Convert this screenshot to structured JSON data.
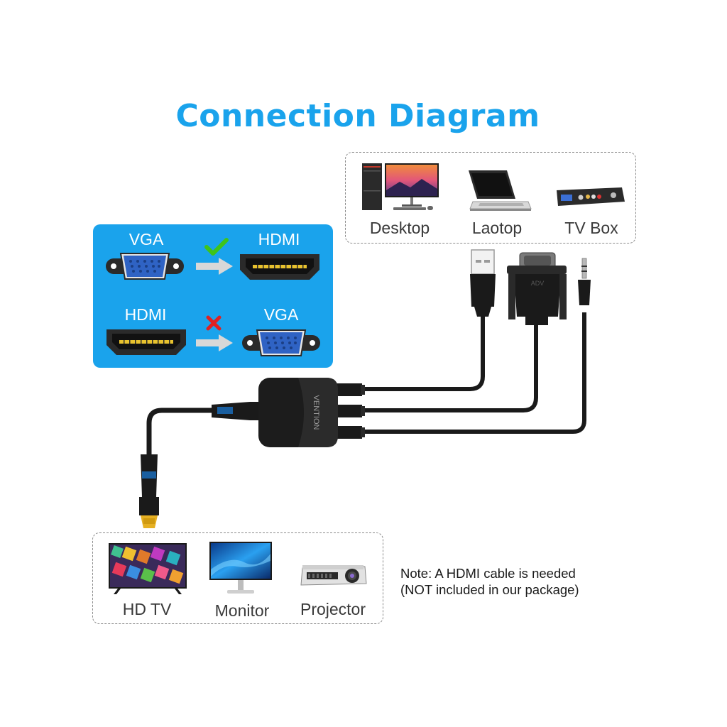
{
  "title": "Connection Diagram",
  "sources": {
    "items": [
      {
        "label": "Desktop"
      },
      {
        "label": "Laotop"
      },
      {
        "label": "TV Box"
      }
    ]
  },
  "compatibility": {
    "rows": [
      {
        "from": "VGA",
        "to": "HDMI",
        "status": "supported"
      },
      {
        "from": "HDMI",
        "to": "VGA",
        "status": "not-supported"
      }
    ],
    "colors": {
      "box": "#1aa3ec",
      "check": "#3ec41a",
      "cross": "#e02020",
      "arrow": "#d8d8d8"
    }
  },
  "adapter": {
    "brand": "VENTION",
    "vga_plug_text": "ADV"
  },
  "displays": {
    "items": [
      {
        "label": "HD TV"
      },
      {
        "label": "Monitor"
      },
      {
        "label": "Projector"
      }
    ]
  },
  "note": {
    "line1": "Note: A HDMI cable is needed",
    "line2": "(NOT included in our package)"
  },
  "icons": [
    "desktop-icon",
    "laptop-icon",
    "tv-box-icon",
    "usb-plug-icon",
    "vga-plug-icon",
    "audio-jack-icon",
    "hdmi-plug-icon",
    "hd-tv-icon",
    "monitor-icon",
    "projector-icon",
    "check-icon",
    "cross-icon"
  ]
}
